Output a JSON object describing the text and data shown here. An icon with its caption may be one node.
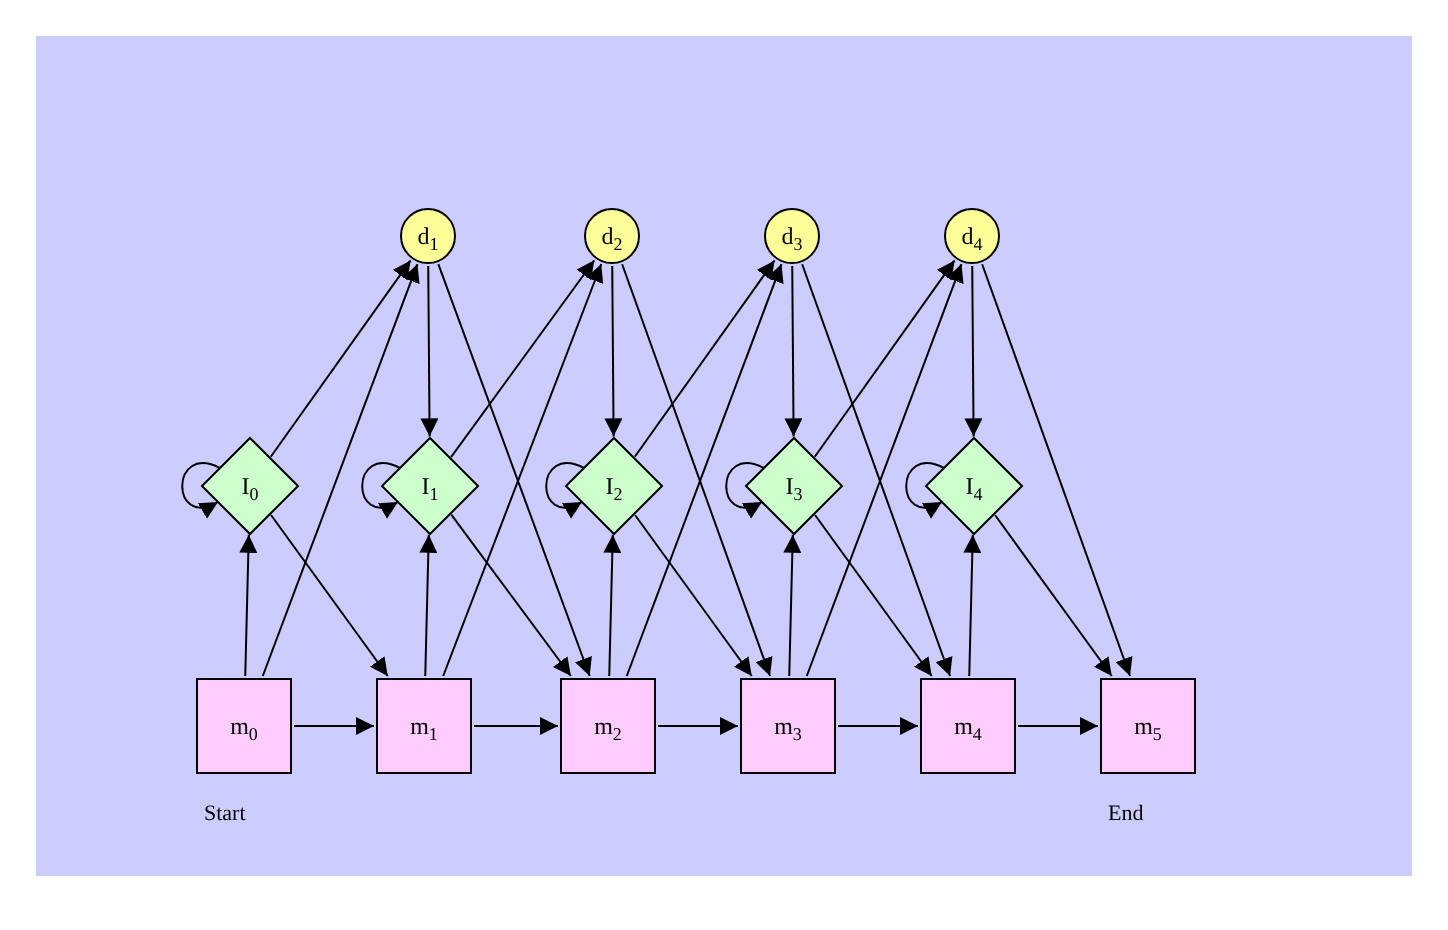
{
  "diagram": {
    "nodes": [
      {
        "text": [
          "d$_{1}$"
        ]
      },
      {
        "text": [
          "d$_{2}$"
        ]
      },
      {
        "text": [
          "d$_{3}$"
        ]
      },
      {
        "text": [
          "d$_{4}$"
        ]
      },
      {
        "text": [
          "I$_{0}$"
        ]
      },
      {
        "text": [
          "I$_{1}$"
        ]
      },
      {
        "text": [
          "I$_{2}$"
        ]
      },
      {
        "text": [
          "I$_{3}$"
        ]
      },
      {
        "text": [
          "I$_{4}$"
        ]
      },
      {
        "text": [
          "m$_{0}$"
        ],
        "beside": [
          "Start"
        ]
      },
      {
        "text": [
          "m$_{1}$"
        ]
      },
      {
        "text": [
          "m$_{2}$"
        ]
      },
      {
        "text": [
          "m$_{3}$"
        ]
      },
      {
        "text": [
          "m$_{4}$"
        ]
      },
      {
        "text": [
          "m$_{5}$"
        ],
        "beside": [
          "End"
        ]
      }
    ],
    "edges": [
      {
        "from": 9,
        "to": 10,
        "arrow": "to"
      },
      {
        "from": 10,
        "to": 11,
        "arrow": "to"
      },
      {
        "from": 11,
        "to": 12,
        "arrow": "to"
      },
      {
        "from": 12,
        "to": 13,
        "arrow": "to"
      },
      {
        "from": 13,
        "to": 14,
        "arrow": "to"
      },
      {
        "from": 9,
        "to": 4,
        "arrow": "to"
      },
      {
        "from": 10,
        "to": 5,
        "arrow": "to"
      },
      {
        "from": 11,
        "to": 6,
        "arrow": "to"
      },
      {
        "from": 12,
        "to": 7,
        "arrow": "to"
      },
      {
        "from": 13,
        "to": 8,
        "arrow": "to"
      },
      {
        "from": 9,
        "to": 0,
        "arrow": "to"
      },
      {
        "from": 10,
        "to": 1,
        "arrow": "to"
      },
      {
        "from": 11,
        "to": 2,
        "arrow": "to"
      },
      {
        "from": 12,
        "to": 3,
        "arrow": "to"
      },
      {
        "from": 4,
        "to": 10,
        "arrow": "to"
      },
      {
        "from": 5,
        "to": 11,
        "arrow": "to"
      },
      {
        "from": 6,
        "to": 12,
        "arrow": "to"
      },
      {
        "from": 7,
        "to": 13,
        "arrow": "to"
      },
      {
        "from": 8,
        "to": 14,
        "arrow": "to"
      },
      {
        "from": 4,
        "to": 0,
        "arrow": "to"
      },
      {
        "from": 5,
        "to": 1,
        "arrow": "to"
      },
      {
        "from": 6,
        "to": 2,
        "arrow": "to"
      },
      {
        "from": 7,
        "to": 3,
        "arrow": "to"
      },
      {
        "from": 4,
        "to": 4,
        "arrow": "to"
      },
      {
        "from": 5,
        "to": 5,
        "arrow": "to"
      },
      {
        "from": 6,
        "to": 6,
        "arrow": "to"
      },
      {
        "from": 7,
        "to": 7,
        "arrow": "to"
      },
      {
        "from": 8,
        "to": 8,
        "arrow": "to"
      },
      {
        "from": 0,
        "to": 5,
        "arrow": "to"
      },
      {
        "from": 1,
        "to": 6,
        "arrow": "to"
      },
      {
        "from": 2,
        "to": 7,
        "arrow": "to"
      },
      {
        "from": 3,
        "to": 8,
        "arrow": "to"
      },
      {
        "from": 0,
        "to": 11,
        "arrow": "to"
      },
      {
        "from": 1,
        "to": 12,
        "arrow": "to"
      },
      {
        "from": 2,
        "to": 13,
        "arrow": "to"
      },
      {
        "from": 3,
        "to": 14,
        "arrow": "to"
      }
    ]
  }
}
